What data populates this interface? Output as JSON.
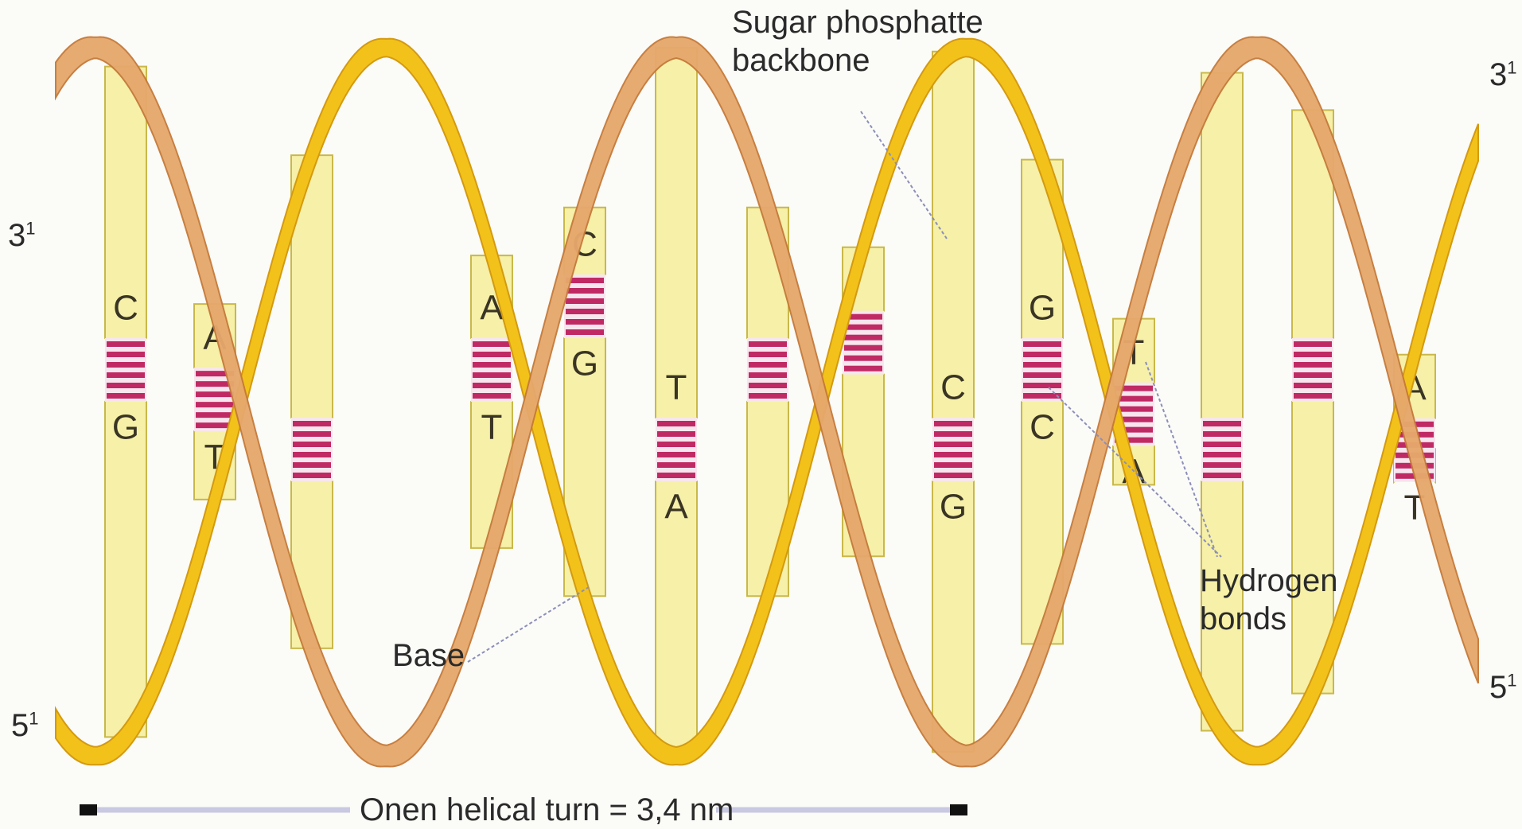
{
  "labels": {
    "backbone": "Sugar phosphatte\nbackbone",
    "base": "Base",
    "hydrogen": "Hydrogen\nbonds",
    "turn": "Onen helical turn = 3,4 nm",
    "left_top_end": "3",
    "left_top_sup": "1",
    "left_bottom_end": "5",
    "left_bottom_sup": "1",
    "right_top_end": "3",
    "right_top_sup": "1",
    "right_bottom_end": "5",
    "right_bottom_sup": "1"
  },
  "colors": {
    "strand_a": "#f2c21a",
    "strand_a_edge": "#d49a10",
    "strand_b": "#e6a86c",
    "strand_b_edge": "#c57a3a",
    "pole": "#f6f0a8",
    "bond": "#c02a64",
    "bond_light": "#f7e6ee",
    "pointer": "#8c8fb8",
    "scale_bar": "#c9c9e2"
  },
  "base_pairs": [
    {
      "top": "C",
      "bottom": "G"
    },
    {
      "top": "A",
      "bottom": "T"
    },
    {
      "top": "",
      "bottom": ""
    },
    {
      "top": "A",
      "bottom": "T"
    },
    {
      "top": "C",
      "bottom": "G"
    },
    {
      "top": "T",
      "bottom": "A"
    },
    {
      "top": "",
      "bottom": ""
    },
    {
      "top": "",
      "bottom": ""
    },
    {
      "top": "C",
      "bottom": "G"
    },
    {
      "top": "G",
      "bottom": "C"
    },
    {
      "top": "T",
      "bottom": "A"
    },
    {
      "top": "",
      "bottom": ""
    },
    {
      "top": "",
      "bottom": ""
    },
    {
      "top": "A",
      "bottom": "T"
    }
  ]
}
